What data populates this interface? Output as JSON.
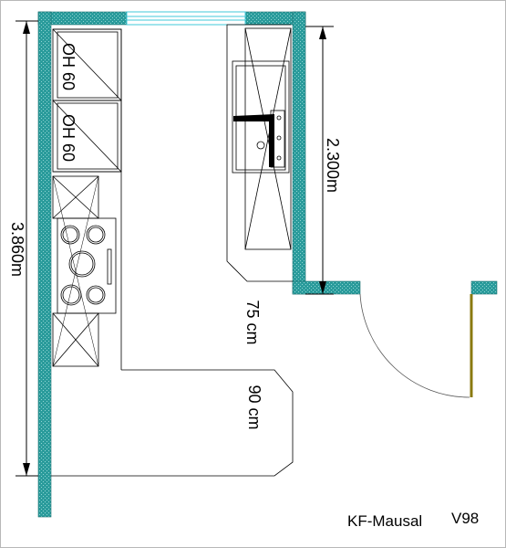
{
  "plan": {
    "oven_labels": [
      "OH 60",
      "OH 60"
    ],
    "dimensions": {
      "left_wall": "3.860m",
      "right_wall": "2.300m",
      "aisle": "75 cm",
      "peninsula": "90 cm"
    },
    "signature": {
      "name": "KF-Mausal",
      "version": "V98"
    },
    "colors": {
      "wall": "#2a9b9b",
      "window": "#40c8d8",
      "door_leaf": "#8a7a10",
      "line": "#000000"
    }
  }
}
